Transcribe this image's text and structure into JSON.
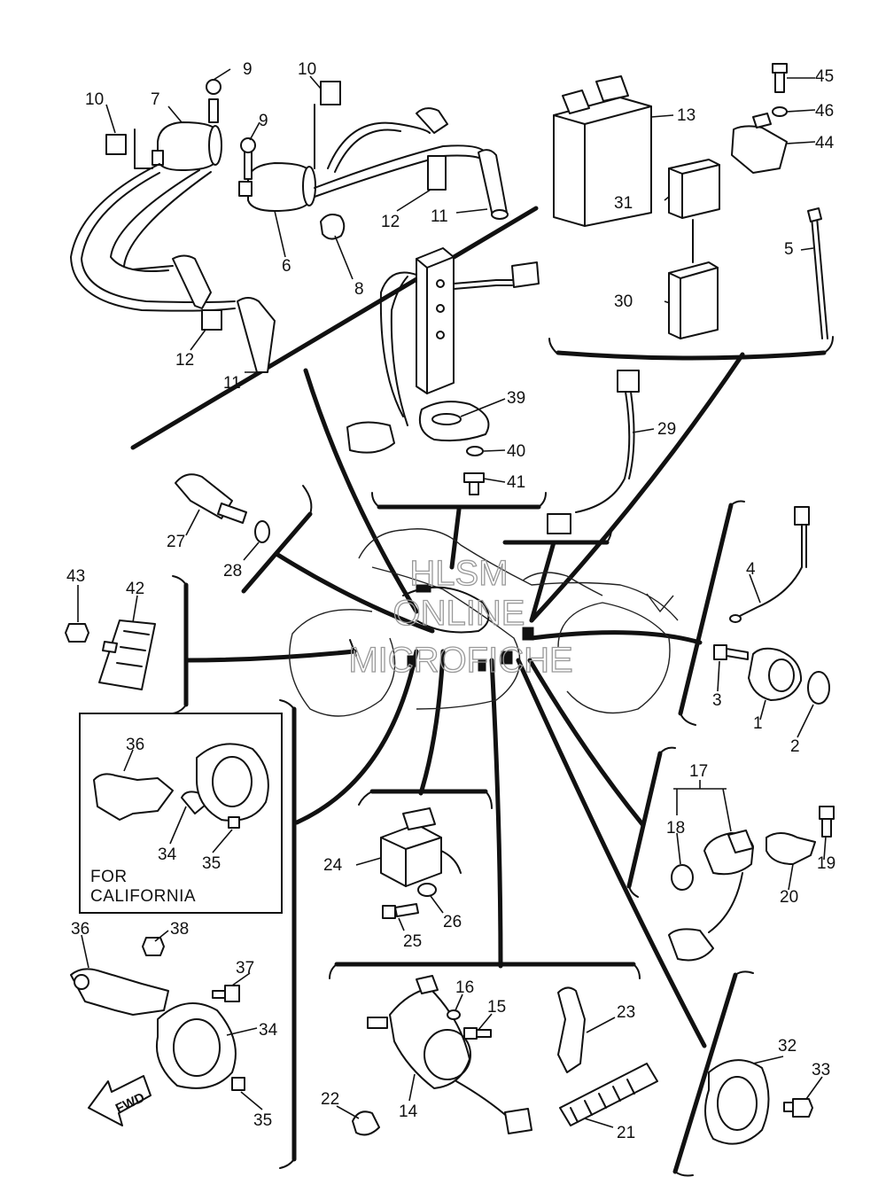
{
  "watermark": {
    "line1": "HLSM",
    "line2": "ONLINE",
    "line3": "MICROFICHE"
  },
  "notes": {
    "california_line1": "FOR",
    "california_line2": "CALIFORNIA",
    "fwd_label": "FWD"
  },
  "callouts": {
    "c1": "1",
    "c2": "2",
    "c3": "3",
    "c4": "4",
    "c5": "5",
    "c6": "6",
    "c7": "7",
    "c8": "8",
    "c9a": "9",
    "c9b": "9",
    "c10a": "10",
    "c10b": "10",
    "c11a": "11",
    "c11b": "11",
    "c12a": "12",
    "c12b": "12",
    "c13": "13",
    "c14": "14",
    "c15": "15",
    "c16": "16",
    "c17": "17",
    "c18": "18",
    "c19": "19",
    "c20": "20",
    "c21": "21",
    "c22": "22",
    "c23": "23",
    "c24": "24",
    "c25": "25",
    "c26": "26",
    "c27": "27",
    "c28": "28",
    "c29": "29",
    "c30": "30",
    "c31": "31",
    "c32": "32",
    "c33": "33",
    "c34a": "34",
    "c34b": "34",
    "c35a": "35",
    "c35b": "35",
    "c36a": "36",
    "c36b": "36",
    "c37": "37",
    "c38": "38",
    "c39": "39",
    "c40": "40",
    "c41": "41",
    "c42": "42",
    "c43": "43",
    "c44": "44",
    "c45": "45",
    "c46": "46"
  }
}
